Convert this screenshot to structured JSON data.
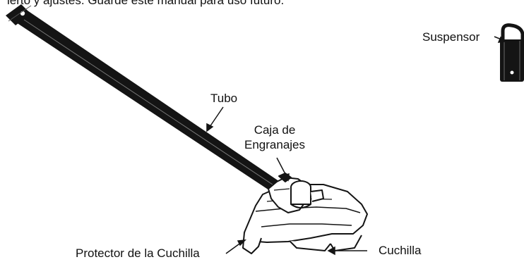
{
  "page": {
    "top_text": "ierto y ajustes. Guarde este manual para uso futuro."
  },
  "labels": {
    "suspensor": "Suspensor",
    "tubo": "Tubo",
    "caja_line1": "Caja de",
    "caja_line2": "Engranajes",
    "protector": "Protector de la Cuchilla",
    "cuchilla": "Cuchilla"
  },
  "colors": {
    "ink": "#111111",
    "paper": "#ffffff"
  }
}
